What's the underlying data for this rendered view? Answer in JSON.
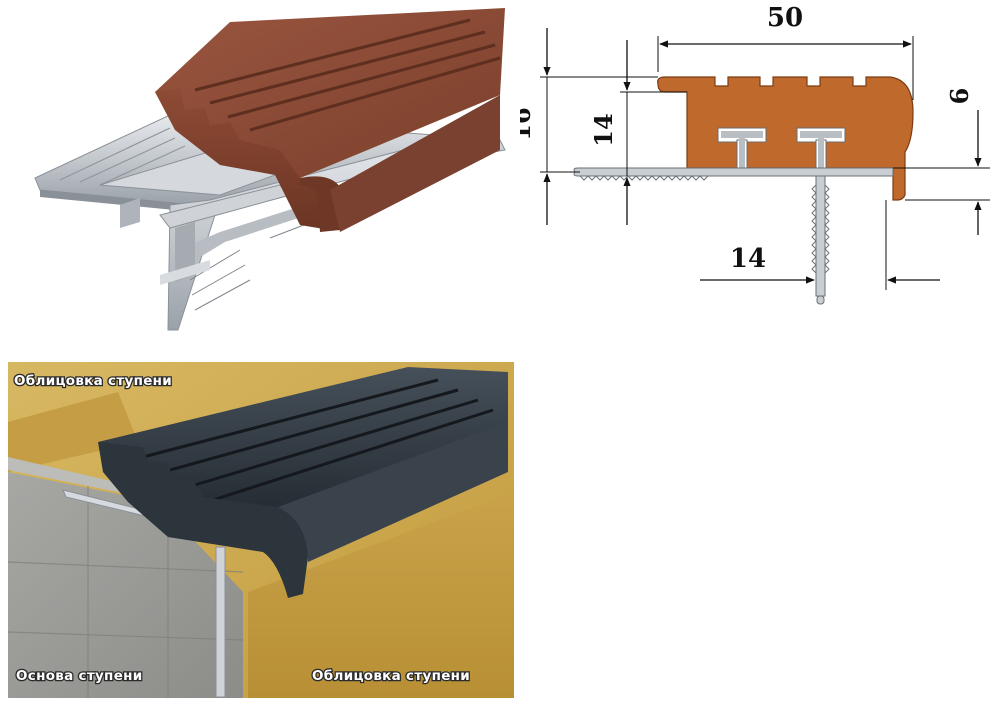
{
  "cross_section": {
    "dimensions": {
      "top_width": "50",
      "left_height": "16",
      "inner_height": "14",
      "right_lip": "6",
      "bottom_offset": "14"
    }
  },
  "installation": {
    "labels": {
      "top_left": "Облицовка ступени",
      "bottom_left": "Основа ступени",
      "bottom_right": "Облицовка ступени"
    }
  },
  "colors": {
    "rubber_brown": "#8a4a33",
    "section_brown": "#c0692c",
    "aluminum": "#c9ced3",
    "rubber_black": "#2c343c",
    "sand": "#c9a349",
    "concrete": "#9b9b98"
  }
}
